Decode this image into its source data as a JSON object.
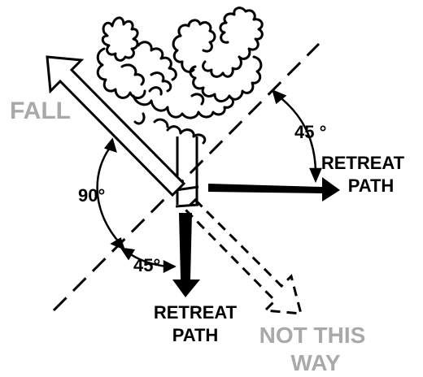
{
  "labels": {
    "fall": "FALL",
    "angle_90": "90°",
    "angle_45_upper": "45 °",
    "angle_45_lower": "45°",
    "retreat_right_line1": "RETREAT",
    "retreat_right_line2": "PATH",
    "retreat_down_line1": "RETREAT",
    "retreat_down_line2": "PATH",
    "not_this_way_line1": "NOT THIS",
    "not_this_way_line2": "WAY"
  },
  "colors": {
    "ink": "#000000",
    "muted_text": "#a9a9a9",
    "background": "#ffffff"
  },
  "icons": {
    "tree": "tree-crown-and-trunk",
    "fall_direction": "hollow-arrow",
    "retreat_paths": "solid-arrow",
    "forbidden_direction": "dashed-hollow-arrow"
  }
}
